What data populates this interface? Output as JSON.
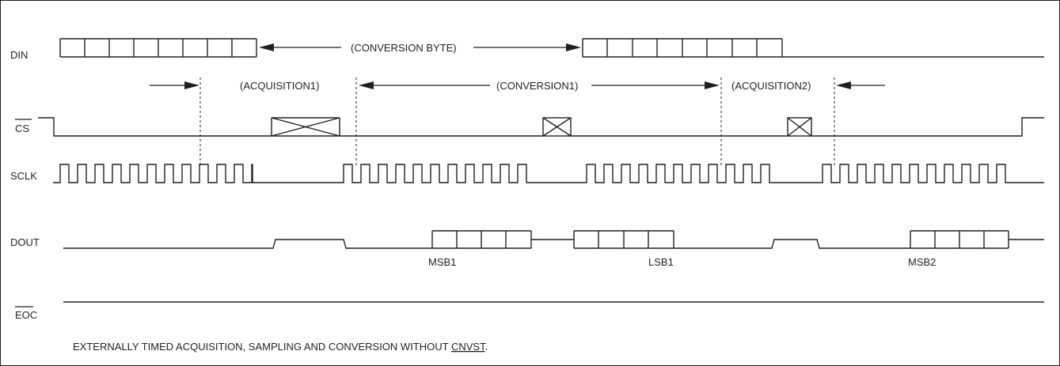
{
  "signals": {
    "din": "DIN",
    "cs": "CS",
    "sclk": "SCLK",
    "dout": "DOUT",
    "eoc": "EOC"
  },
  "annotations": {
    "conversion_byte": "(CONVERSION BYTE)",
    "acquisition1": "(ACQUISITION1)",
    "conversion1": "(CONVERSION1)",
    "acquisition2": "(ACQUISITION2)"
  },
  "dout_labels": {
    "msb1": "MSB1",
    "lsb1": "LSB1",
    "msb2": "MSB2"
  },
  "caption": {
    "prefix": "EXTERNALLY TIMED ACQUISITION, SAMPLING AND CONVERSION WITHOUT ",
    "underlined": "CNVST",
    "suffix": "."
  }
}
